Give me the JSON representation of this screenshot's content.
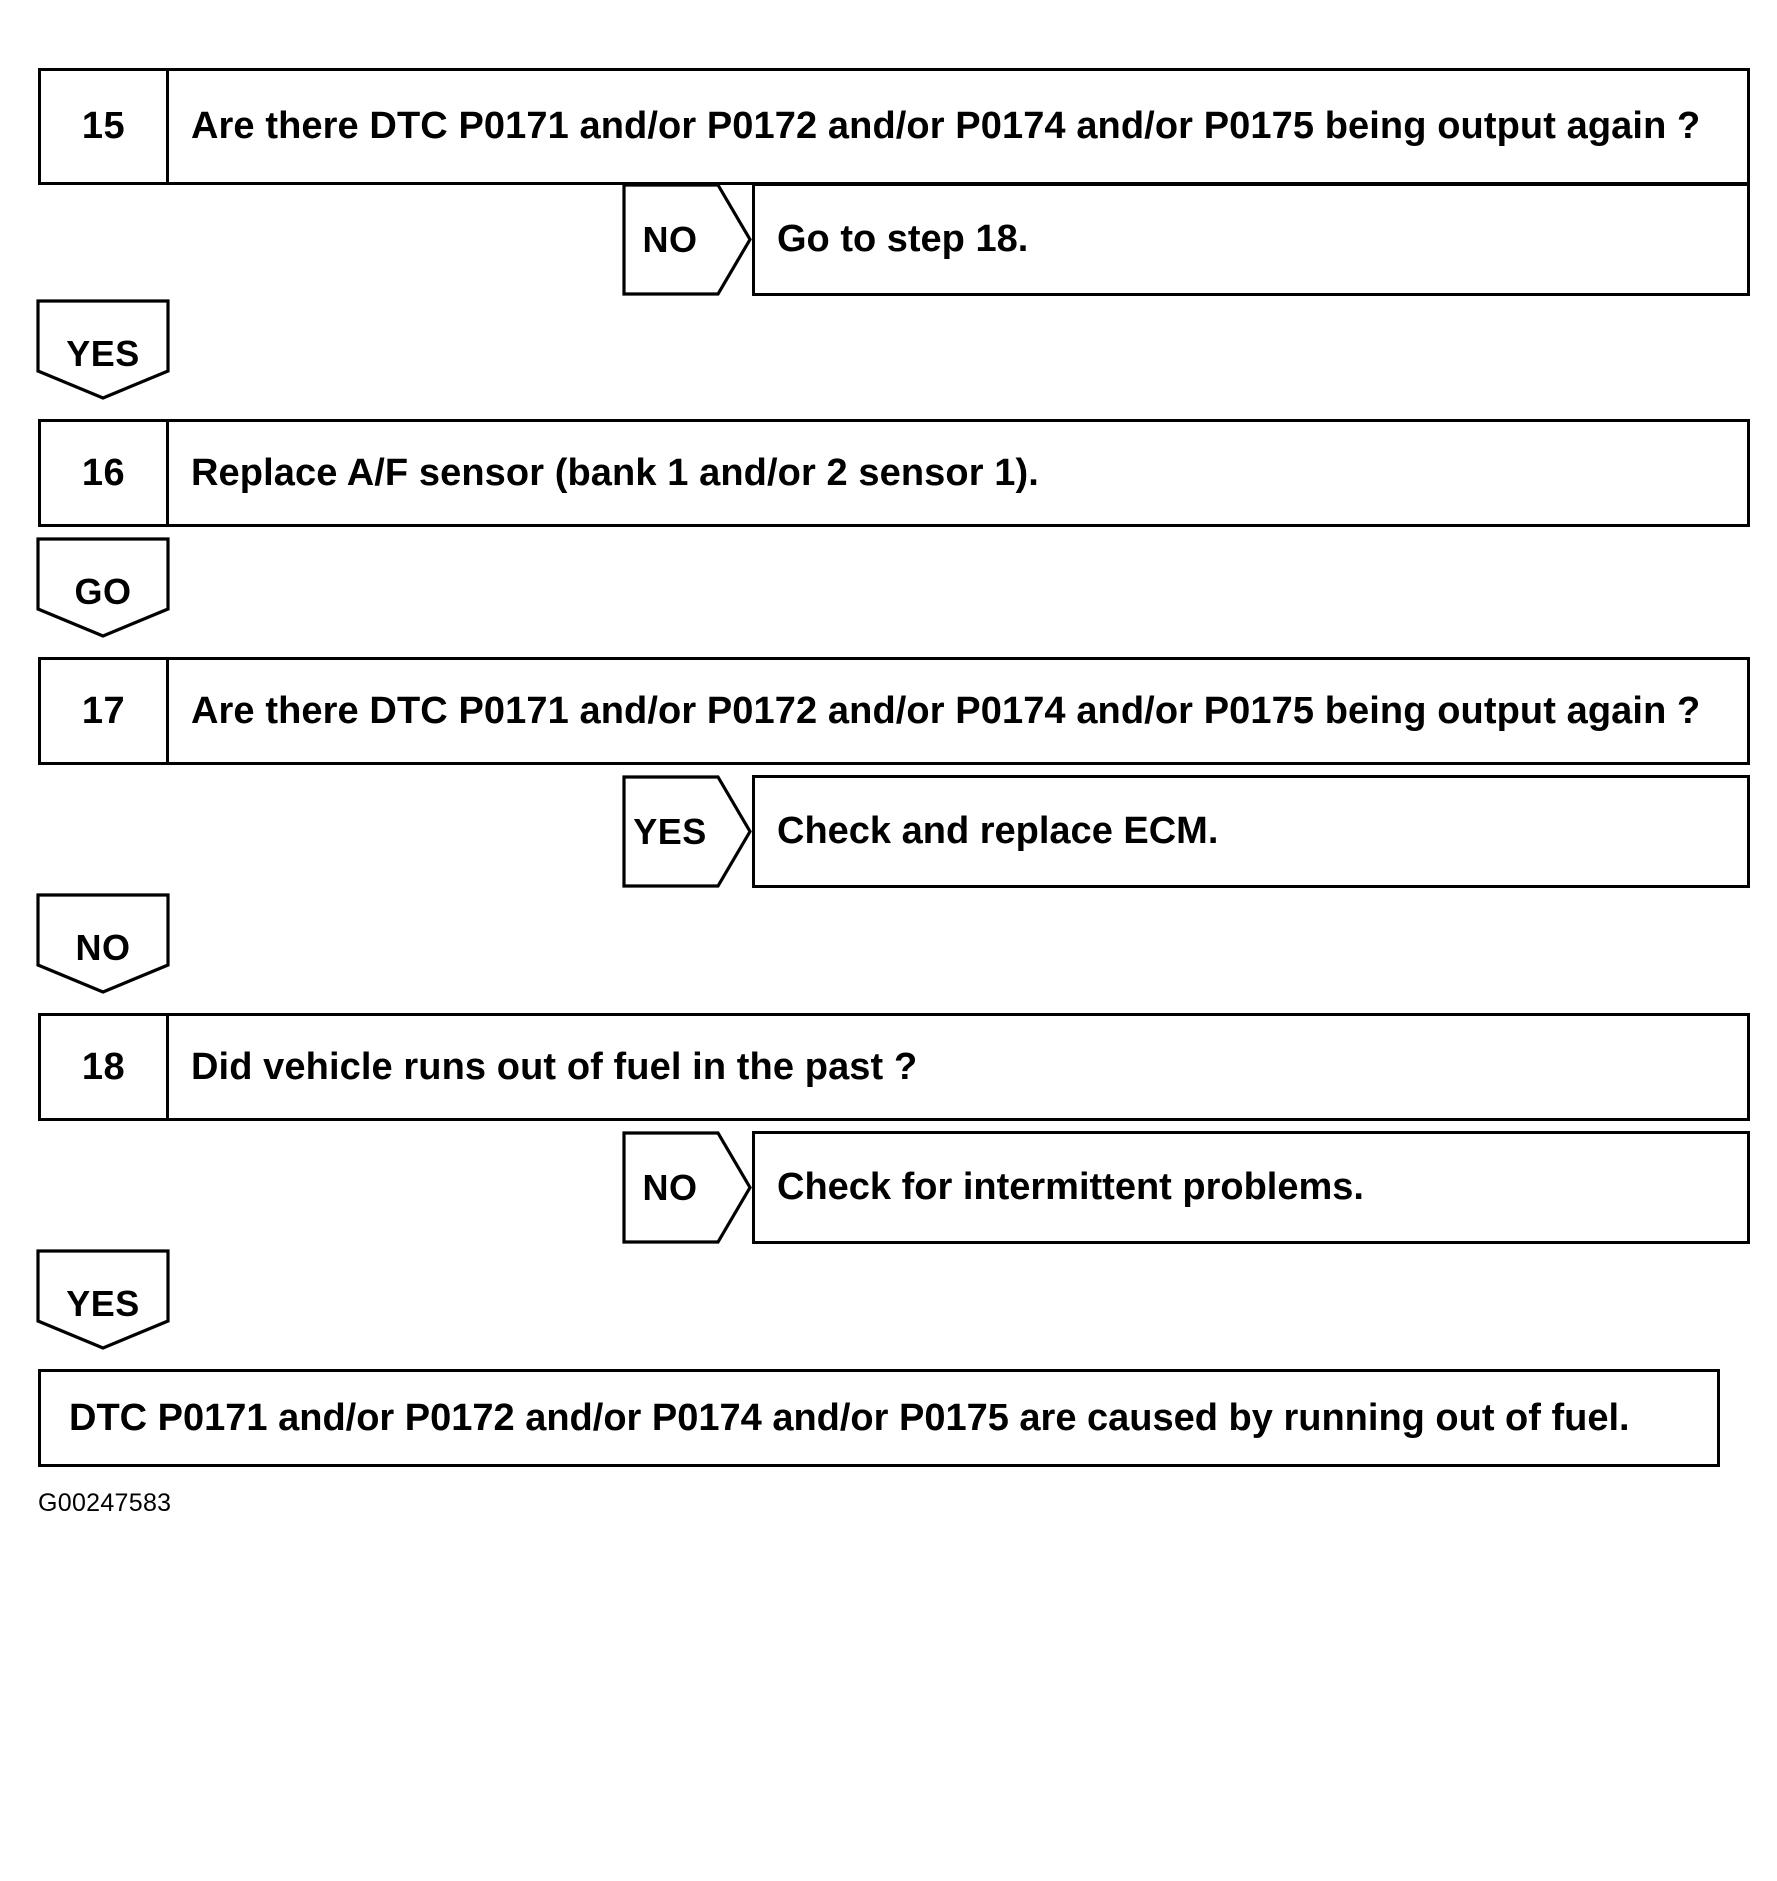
{
  "figure": {
    "id_label": "G00247583",
    "type": "diagnostic-flowchart"
  },
  "steps": [
    {
      "number": "15",
      "text": "Are there DTC P0171 and/or P0172 and/or P0174 and/or P0175 being output again ?"
    },
    {
      "number": "16",
      "text": "Replace A/F sensor (bank 1 and/or 2 sensor 1)."
    },
    {
      "number": "17",
      "text": "Are there DTC P0171 and/or P0172 and/or P0174 and/or P0175 being output again ?"
    },
    {
      "number": "18",
      "text": "Did vehicle runs out of fuel in the past ?"
    }
  ],
  "branches": [
    {
      "label": "NO",
      "result": "Go to step 18."
    },
    {
      "label": "YES",
      "result": "Check and replace ECM."
    },
    {
      "label": "NO",
      "result": "Check for intermittent problems."
    }
  ],
  "down_arrows": [
    {
      "label": "YES"
    },
    {
      "label": "GO"
    },
    {
      "label": "NO"
    },
    {
      "label": "YES"
    }
  ],
  "conclusion": {
    "text": "DTC P0171 and/or P0172 and/or P0174 and/or P0175 are caused by running out of fuel."
  }
}
